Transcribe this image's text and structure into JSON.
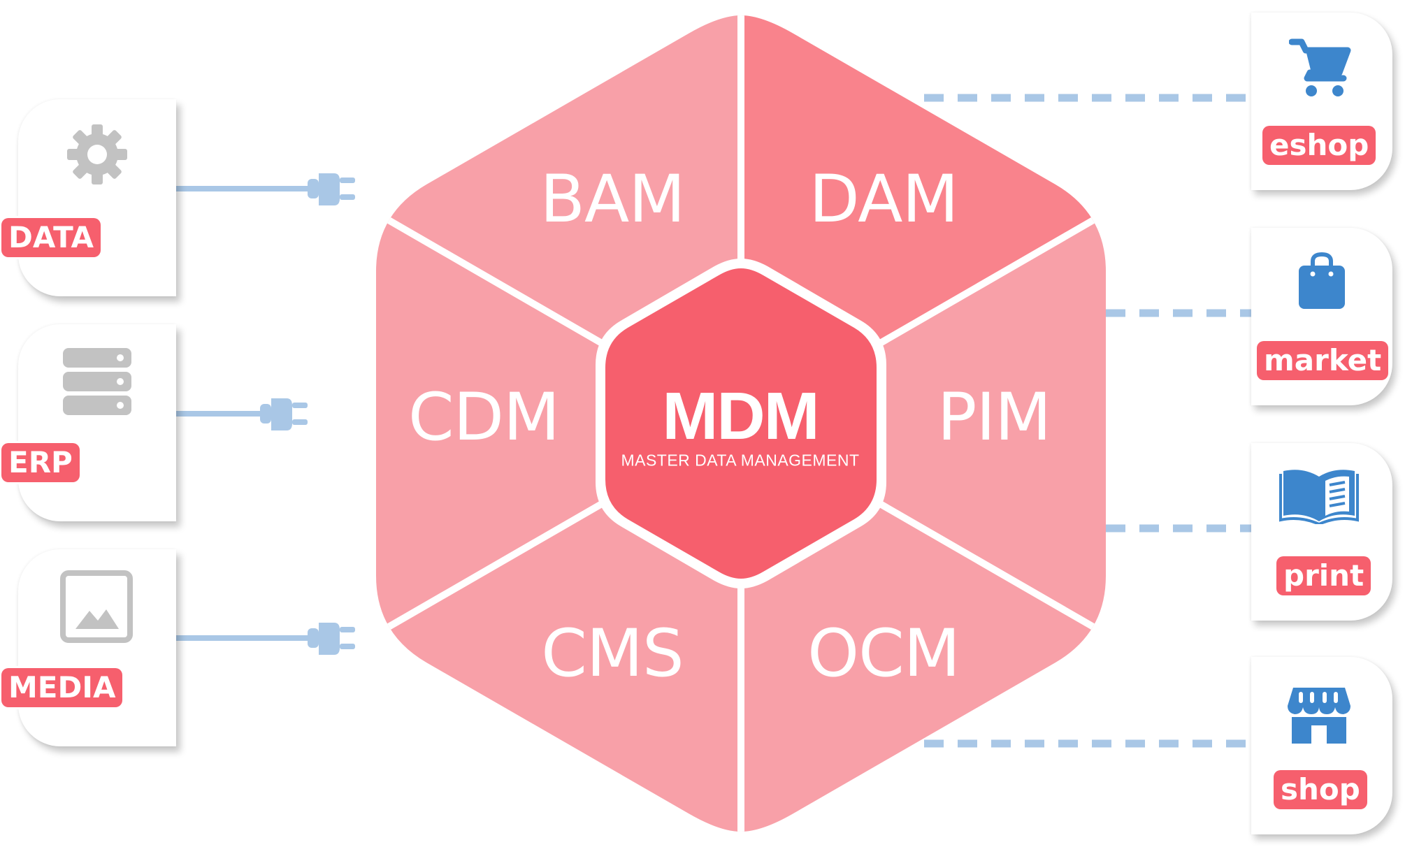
{
  "colors": {
    "segment_light": "#f8a0a8",
    "segment_dark": "#f9838c",
    "core": "#f65f6d",
    "badge": "#f65f6d",
    "connector": "#a9c7e6",
    "icon_gray": "#c2c2c2",
    "icon_blue": "#3d86cc"
  },
  "core": {
    "title": "MDM",
    "subtitle": "MASTER DATA MANAGEMENT"
  },
  "segments": [
    {
      "label": "BAM"
    },
    {
      "label": "DAM"
    },
    {
      "label": "CDM"
    },
    {
      "label": "PIM"
    },
    {
      "label": "CMS"
    },
    {
      "label": "OCM"
    }
  ],
  "sources": [
    {
      "label": "DATA",
      "icon": "gear-icon"
    },
    {
      "label": "ERP",
      "icon": "server-icon"
    },
    {
      "label": "MEDIA",
      "icon": "image-icon"
    }
  ],
  "channels": [
    {
      "label": "eshop",
      "icon": "cart-icon"
    },
    {
      "label": "market",
      "icon": "shopping-bag-icon"
    },
    {
      "label": "print",
      "icon": "book-icon"
    },
    {
      "label": "shop",
      "icon": "store-icon"
    }
  ]
}
